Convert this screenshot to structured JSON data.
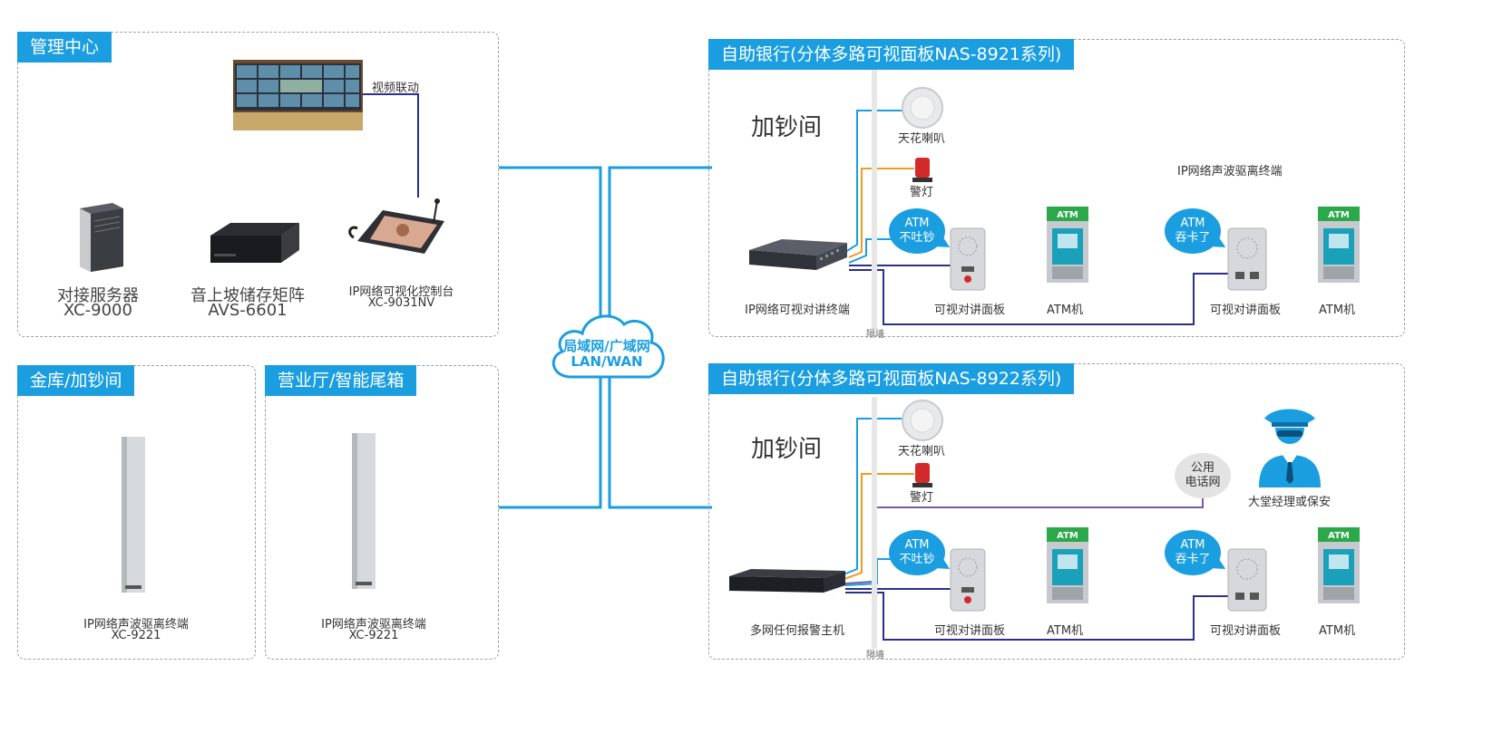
{
  "panels": {
    "management": {
      "title": "管理中心"
    },
    "vault": {
      "title": "金库/加钞间"
    },
    "hall": {
      "title": "营业厅/智能尾箱"
    },
    "bank1": {
      "title": "自助银行(分体多路可视面板NAS-8921系列)"
    },
    "bank2": {
      "title": "自助银行(分体多路可视面板NAS-8922系列)"
    }
  },
  "management": {
    "video_link": "视频联动",
    "server_name": "对接服务器",
    "server_model": "XC-9000",
    "storage_name": "音上坡储存矩阵",
    "storage_model": "AVS-6601",
    "console_name": "IP网络可视化控制台",
    "console_model": "XC-9031NV"
  },
  "vault": {
    "device_name": "IP网络声波驱离终端",
    "device_model": "XC-9221"
  },
  "hall": {
    "device_name": "IP网络声波驱离终端",
    "device_model": "XC-9221"
  },
  "cloud": {
    "line1": "局域网/广域网",
    "line2": "LAN/WAN"
  },
  "bank1": {
    "room": "加钞间",
    "ceiling_speaker": "天花喇叭",
    "alarm_light": "警灯",
    "terminal": "IP网络可视对讲终端",
    "sonic_terminal": "IP网络声波驱离终端",
    "bubble1_line1": "ATM",
    "bubble1_line2": "不吐钞",
    "bubble2_line1": "ATM",
    "bubble2_line2": "吞卡了",
    "panel1": "可视对讲面板",
    "atm1": "ATM机",
    "panel2": "可视对讲面板",
    "atm2": "ATM机",
    "wall": "隔墙",
    "atm_sign": "ATM"
  },
  "bank2": {
    "room": "加钞间",
    "ceiling_speaker": "天花喇叭",
    "alarm_light": "警灯",
    "host": "多网任何报警主机",
    "phone_line1": "公用",
    "phone_line2": "电话网",
    "guard": "大堂经理或保安",
    "bubble1_line1": "ATM",
    "bubble1_line2": "不吐钞",
    "bubble2_line1": "ATM",
    "bubble2_line2": "吞卡了",
    "panel1": "可视对讲面板",
    "atm1": "ATM机",
    "panel2": "可视对讲面板",
    "atm2": "ATM机",
    "wall": "隔墙",
    "atm_sign": "ATM"
  },
  "colors": {
    "accent": "#1a9ee0",
    "orange": "#f39a1e",
    "navy": "#2b2f8c",
    "purple": "#7a5aa8",
    "border": "#9aa0a6"
  }
}
